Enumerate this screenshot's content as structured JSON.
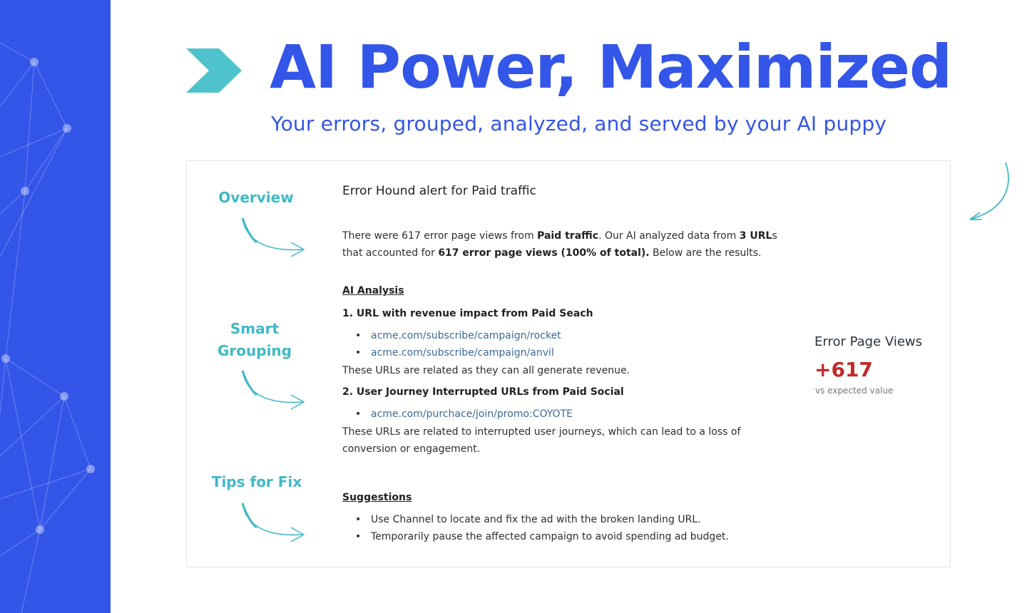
{
  "colors": {
    "brand_blue": "#3355e8",
    "teal": "#3fb9c7",
    "alert_red": "#c0282a",
    "link_blue": "#3b6a9a"
  },
  "hero": {
    "title": "AI Power, Maximized",
    "subtitle": "Your errors, grouped, analyzed, and served by your AI puppy",
    "icon": "chevron-right-icon"
  },
  "side_labels": {
    "overview": "Overview",
    "smart_grouping_line1": "Smart",
    "smart_grouping_line2": "Grouping",
    "tips": "Tips for Fix"
  },
  "report": {
    "title": "Error Hound alert for Paid traffic",
    "intro": {
      "p1": "There were 617 error page views from ",
      "b1": "Paid traffic",
      "p2": ". Our AI analyzed data from ",
      "b2": "3 URL",
      "p3": "s",
      "p4": "that accounted for ",
      "b3": "617 error page views (100% of total).",
      "p5": " Below are the results."
    },
    "analysis_heading": "AI Analysis",
    "group1": {
      "heading": "1. URL with revenue impact from Paid Seach",
      "urls": [
        "acme.com/subscribe/campaign/rocket",
        "acme.com/subscribe/campaign/anvil"
      ],
      "note": "These URLs are related as they can all generate revenue."
    },
    "group2": {
      "heading": "2. User Journey Interrupted URLs from Paid Social",
      "urls": [
        "acme.com/purchace/join/promo:COYOTE"
      ],
      "note_line1": "These URLs are related to interrupted user journeys, which can lead to a loss of",
      "note_line2": "conversion or engagement."
    },
    "suggestions_heading": "Suggestions",
    "suggestions": [
      "Use Channel to locate and fix the ad with the broken landing URL.",
      "Temporarily pause the affected campaign to avoid spending ad budget."
    ]
  },
  "metric": {
    "label": "Error Page Views",
    "value": "+617",
    "sub": "vs expected value"
  }
}
